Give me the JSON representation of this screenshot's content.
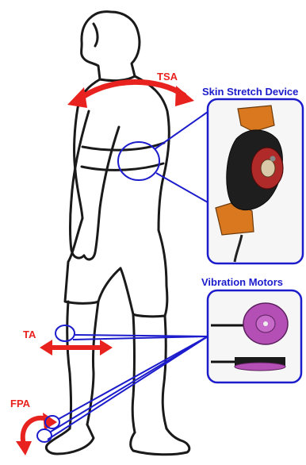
{
  "labels": {
    "tsa": "TSA",
    "ta": "TA",
    "fpa": "FPA",
    "skin_stretch_device": "Skin Stretch Device",
    "vibration_motors": "Vibration Motors"
  },
  "colors": {
    "arrow_red": "#e8231f",
    "callout_blue": "#1c1ccc",
    "outline": "#1a1a1a",
    "motor_purple": "#b44fb6",
    "device_orange": "#d9781e"
  }
}
